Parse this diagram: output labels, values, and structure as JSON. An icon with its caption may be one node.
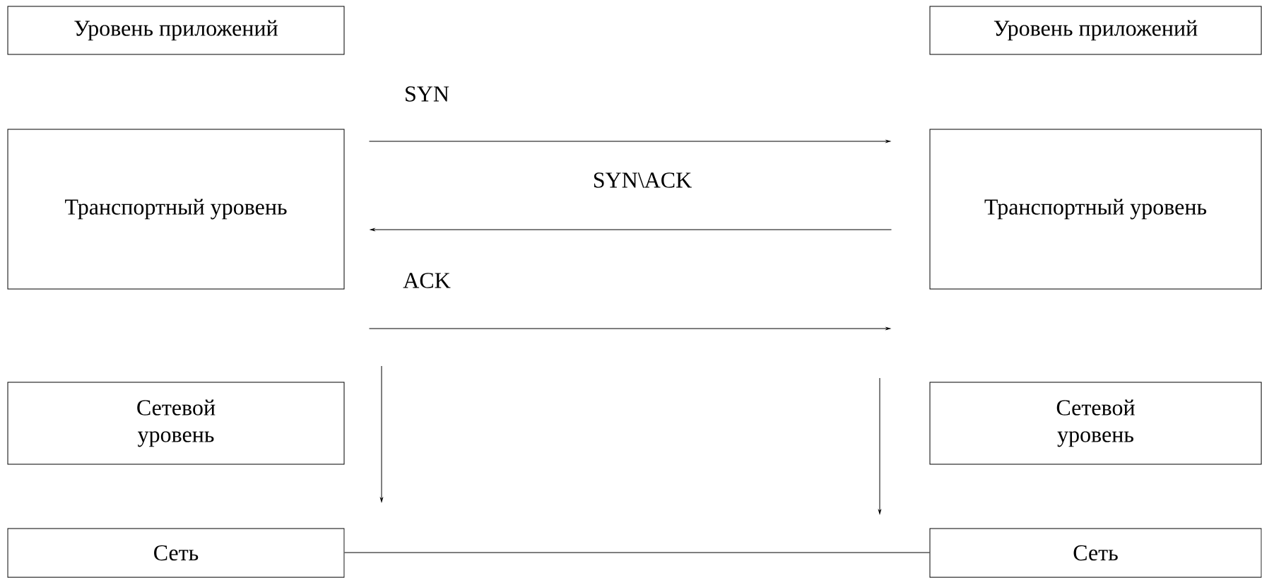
{
  "diagram": {
    "nodes": [
      {
        "text": [
          "Уровень приложений"
        ]
      },
      {
        "text": [
          "Уровень приложений"
        ]
      },
      {
        "text": [
          "Транспортный уровень"
        ]
      },
      {
        "text": [
          "Транспортный уровень"
        ]
      },
      {
        "text": [
          "Сетевой уровень"
        ]
      },
      {
        "text": [
          "Сетевой уровень"
        ]
      },
      {
        "text": [
          "Сеть"
        ]
      },
      {
        "text": [
          "Сеть"
        ]
      }
    ],
    "edges": [
      {
        "from": 2,
        "to": 3,
        "arrow": "to",
        "label": "SYN"
      },
      {
        "from": 3,
        "to": 2,
        "arrow": "to",
        "label": "SYN\\ACK"
      },
      {
        "from": 2,
        "to": 3,
        "arrow": "to",
        "label": "ACK"
      },
      {
        "from": 6,
        "to": 7,
        "arrow": "none"
      }
    ]
  }
}
